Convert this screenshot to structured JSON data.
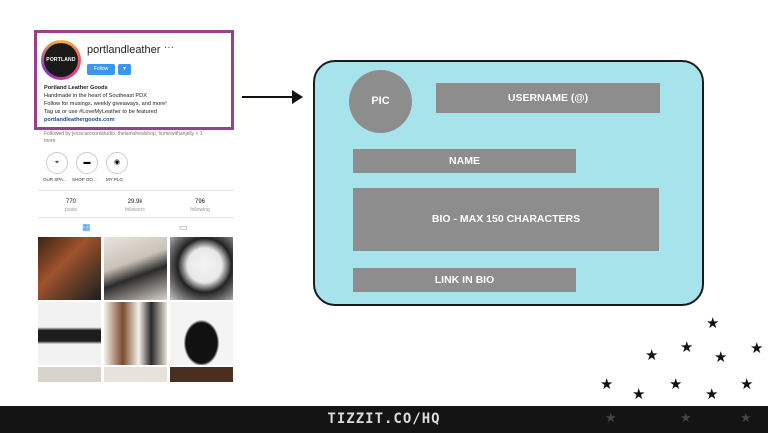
{
  "profile": {
    "username": "portlandleather",
    "more_dots": "···",
    "avatar_text": "PORTLAND",
    "follow_label": "Follow",
    "dropdown_glyph": "▾",
    "display_name": "Portland Leather Goods",
    "bio_lines": [
      "Handmade in the heart of Southeast PDX",
      "Follow for musings, weekly giveaways, and more!",
      "Tag us or use #LoveMyLeather to be featured"
    ],
    "link": "portlandleathergoods.com",
    "followed_by": "Followed by jessicarecordstudio, thelamohealshop, homewithanjelly + 1",
    "more_label": "more",
    "highlights": [
      {
        "label": "OUR SPA...",
        "icon": "location-pin-icon",
        "glyph": "⌖"
      },
      {
        "label": "SHOP OO...",
        "icon": "van-icon",
        "glyph": "▬"
      },
      {
        "label": "MY PLG",
        "icon": "camera-icon",
        "glyph": "◉"
      }
    ],
    "stats": [
      {
        "value": "770",
        "label": "posts"
      },
      {
        "value": "29.9k",
        "label": "followers"
      },
      {
        "value": "796",
        "label": "following"
      }
    ]
  },
  "diagram": {
    "pic_label": "PIC",
    "username_label": "USERNAME (@)",
    "name_label": "NAME",
    "bio_label": "BIO - MAX 150 CHARACTERS",
    "link_label": "LINK IN BIO"
  },
  "footer": {
    "text": "TIZZIT.CO/HQ"
  },
  "colors": {
    "highlight_border": "#9b3f8a",
    "panel_fill": "#a7e3ea",
    "placeholder_gray": "#8d8d8d",
    "instagram_blue": "#3897f0",
    "footer_bg": "#141414"
  }
}
